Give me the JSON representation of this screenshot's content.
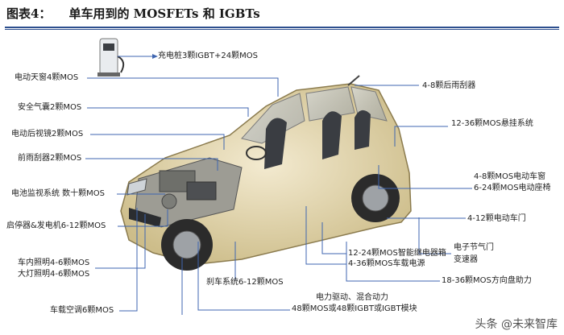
{
  "header": {
    "figure_number": "图表4：",
    "title": "单车用到的 MOSFETs 和 IGBTs"
  },
  "labels": {
    "charger": "充电桩3颗IGBT+24颗MOS",
    "sunroof": "电动天窗4颗MOS",
    "airbag": "安全气囊2颗MOS",
    "mirror": "电动后视镜2颗MOS",
    "front_wiper": "前雨刮器2颗MOS",
    "battery_monitor": "电池监视系统 数十颗MOS",
    "starter": "启停器&发电机6-12颗MOS",
    "interior_light": "车内照明4-6颗MOS",
    "headlight": "大灯照明4-6颗MOS",
    "ac": "车载空调6颗MOS",
    "brake": "刹车系统6-12颗MOS",
    "powertrain_line1": "电力驱动、混合动力",
    "powertrain_line2": "48颗MOS或48颗IGBT或IGBT模块",
    "relay_box": "12-24颗MOS智能继电器箱",
    "power_supply": "4-36颗MOS车载电源",
    "throttle_line1": "电子节气门",
    "throttle_line2": "变速器",
    "steering": "18-36颗MOS方向盘助力",
    "rear_wiper": "4-8颗后雨刮器",
    "suspension": "12-36颗MOS悬挂系统",
    "window": "4-8颗MOS电动车窗",
    "seat": "6-24颗MOS电动座椅",
    "door": "4-12颗电动车门"
  },
  "watermark": "头条 @未来智库",
  "colors": {
    "leader": "#3f66b0",
    "rule": "#2d4f8e",
    "body": "#e8dcb2"
  }
}
